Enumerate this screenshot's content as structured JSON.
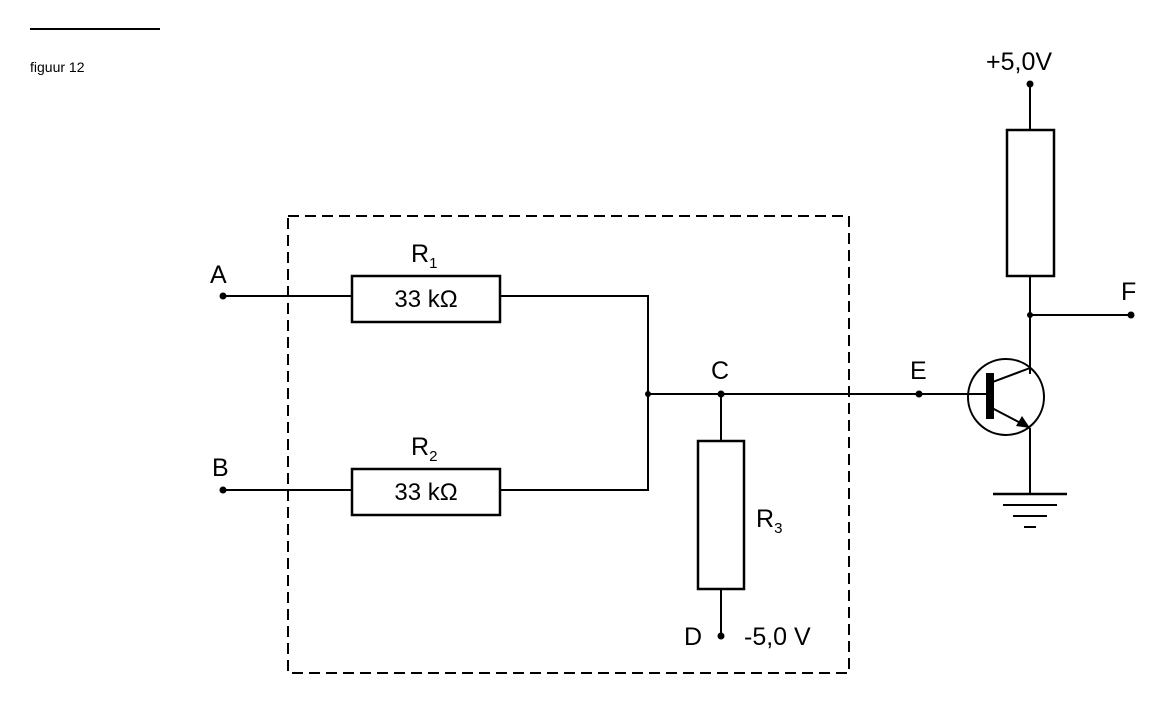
{
  "figure": {
    "caption": "figuur 12"
  },
  "nodes": {
    "A": "A",
    "B": "B",
    "C": "C",
    "D": "D",
    "E": "E",
    "F": "F"
  },
  "resistors": {
    "r1": {
      "name": "R",
      "sub": "1",
      "value": "33 kΩ"
    },
    "r2": {
      "name": "R",
      "sub": "2",
      "value": "33 kΩ"
    },
    "r3": {
      "name": "R",
      "sub": "3"
    }
  },
  "supplies": {
    "positive": "+5,0V",
    "negative": "-5,0 V"
  },
  "components": {
    "transistor": "npn-transistor",
    "collector_resistor": "resistor",
    "ground": "ground-symbol"
  }
}
